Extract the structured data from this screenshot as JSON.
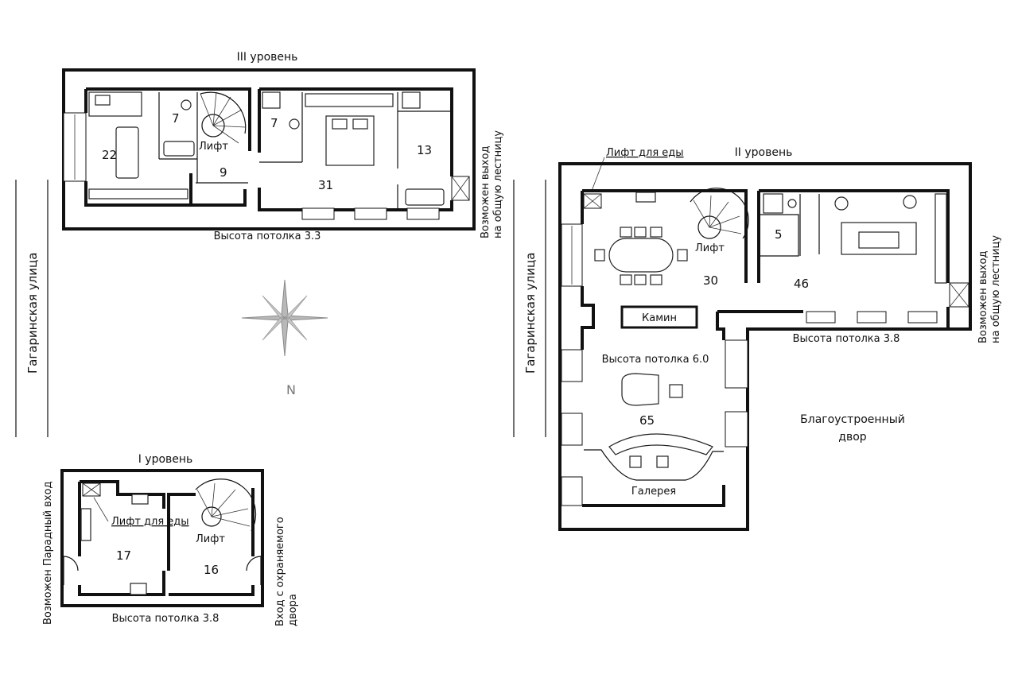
{
  "level3": {
    "title": "III уровень",
    "ceiling": "Высота потолка 3.3",
    "rooms": [
      "22",
      "7",
      "9",
      "7",
      "31",
      "13"
    ],
    "lift": "Лифт",
    "stair_exit": [
      "Возможен выход",
      "на общую лестницу"
    ]
  },
  "level2": {
    "title": "II уровень",
    "food_lift": "Лифт для еды",
    "lift": "Лифт",
    "fireplace": "Камин",
    "ceiling_main": "Высота потолка 6.0",
    "ceiling_side": "Высота потолка 3.8",
    "rooms": [
      "30",
      "5",
      "46",
      "65"
    ],
    "gallery": "Галерея",
    "courtyard": [
      "Благоустроенный",
      "двор"
    ],
    "stair_exit": [
      "Возможен выход",
      "на общую лестницу"
    ]
  },
  "level1": {
    "title": "I уровень",
    "food_lift": "Лифт для еды",
    "lift": "Лифт",
    "rooms": [
      "17",
      "16"
    ],
    "ceiling": "Высота потолка 3.8",
    "main_entrance": "Возможен Парадный вход",
    "yard_entrance": [
      "Вход с охраняемого",
      "двора"
    ]
  },
  "street": "Гагаринская улица",
  "compass": "N",
  "colors": {
    "line": "#111111",
    "background": "#ffffff",
    "compass": "#9a9a9a"
  }
}
